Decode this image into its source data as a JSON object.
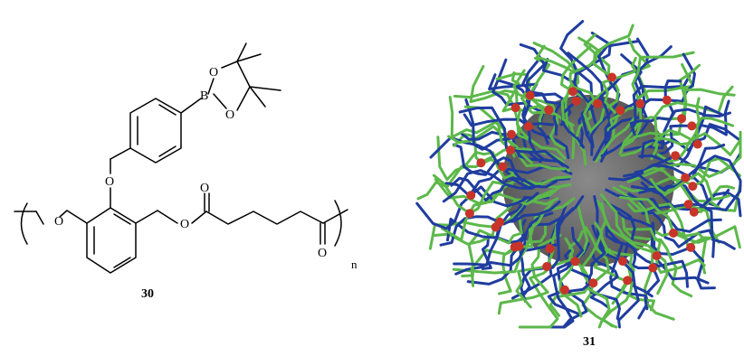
{
  "structure": {
    "atom_labels": {
      "boron": "B",
      "oxygen": "O"
    },
    "repeat_subscript": "n"
  },
  "compound_labels": {
    "polymer": "30",
    "micelle": "31"
  },
  "micelle": {
    "core_color": "#6e6e6e",
    "chain_colors": [
      "#1f3d9e",
      "#5cb84a"
    ],
    "bead_color": "#c8342a"
  }
}
